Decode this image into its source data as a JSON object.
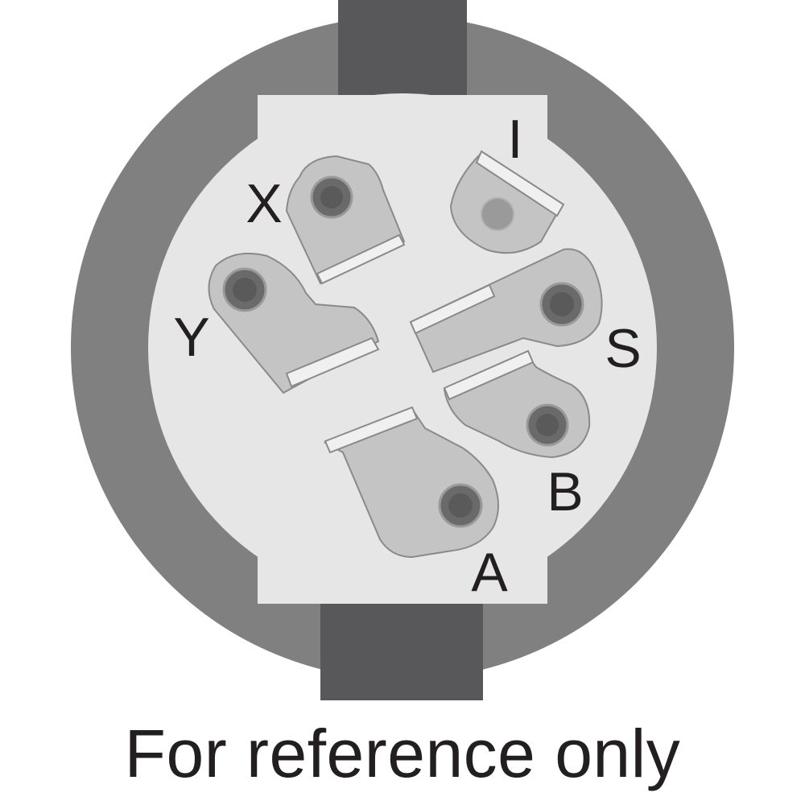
{
  "diagram": {
    "terminals": [
      {
        "id": "I",
        "label": "I"
      },
      {
        "id": "X",
        "label": "X"
      },
      {
        "id": "Y",
        "label": "Y"
      },
      {
        "id": "S",
        "label": "S"
      },
      {
        "id": "B",
        "label": "B"
      },
      {
        "id": "A",
        "label": "A"
      }
    ],
    "caption": "For reference only"
  },
  "colors": {
    "outer_ring": "#808080",
    "mount_tab": "#58585a",
    "face": "#e6e6e6",
    "terminal": "#c4c4c4",
    "text": "#231f20"
  }
}
